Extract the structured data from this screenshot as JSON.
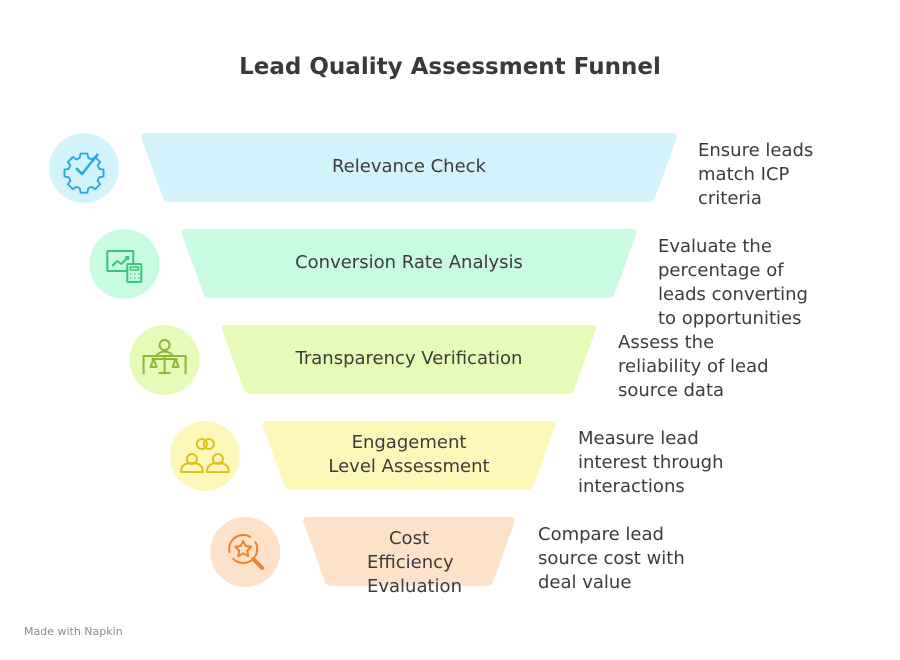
{
  "title": "Lead Quality Assessment Funnel",
  "stages": [
    {
      "label": "Relevance Check",
      "description": "Ensure leads match ICP criteria",
      "icon": "gear-check-icon",
      "fill": "#d2f3fc",
      "icon_color": "#29a7df"
    },
    {
      "label": "Conversion Rate Analysis",
      "description": "Evaluate the percentage of leads converting to opportunities",
      "icon": "chart-calculator-icon",
      "fill": "#c8fbe2",
      "icon_color": "#3cc47c"
    },
    {
      "label": "Transparency Verification",
      "description": "Assess the reliability of lead source data",
      "icon": "person-scales-icon",
      "fill": "#e6fbb7",
      "icon_color": "#8cb833"
    },
    {
      "label": "Engagement Level Assessment",
      "description": "Measure lead interest through interactions",
      "icon": "people-link-icon",
      "fill": "#fdf7b9",
      "icon_color": "#dcc31a"
    },
    {
      "label": "Cost Efficiency Evaluation",
      "description": "Compare lead source cost with deal value",
      "icon": "star-search-icon",
      "fill": "#fde1c9",
      "icon_color": "#e8832f"
    }
  ],
  "footer": "Made with Napkin"
}
